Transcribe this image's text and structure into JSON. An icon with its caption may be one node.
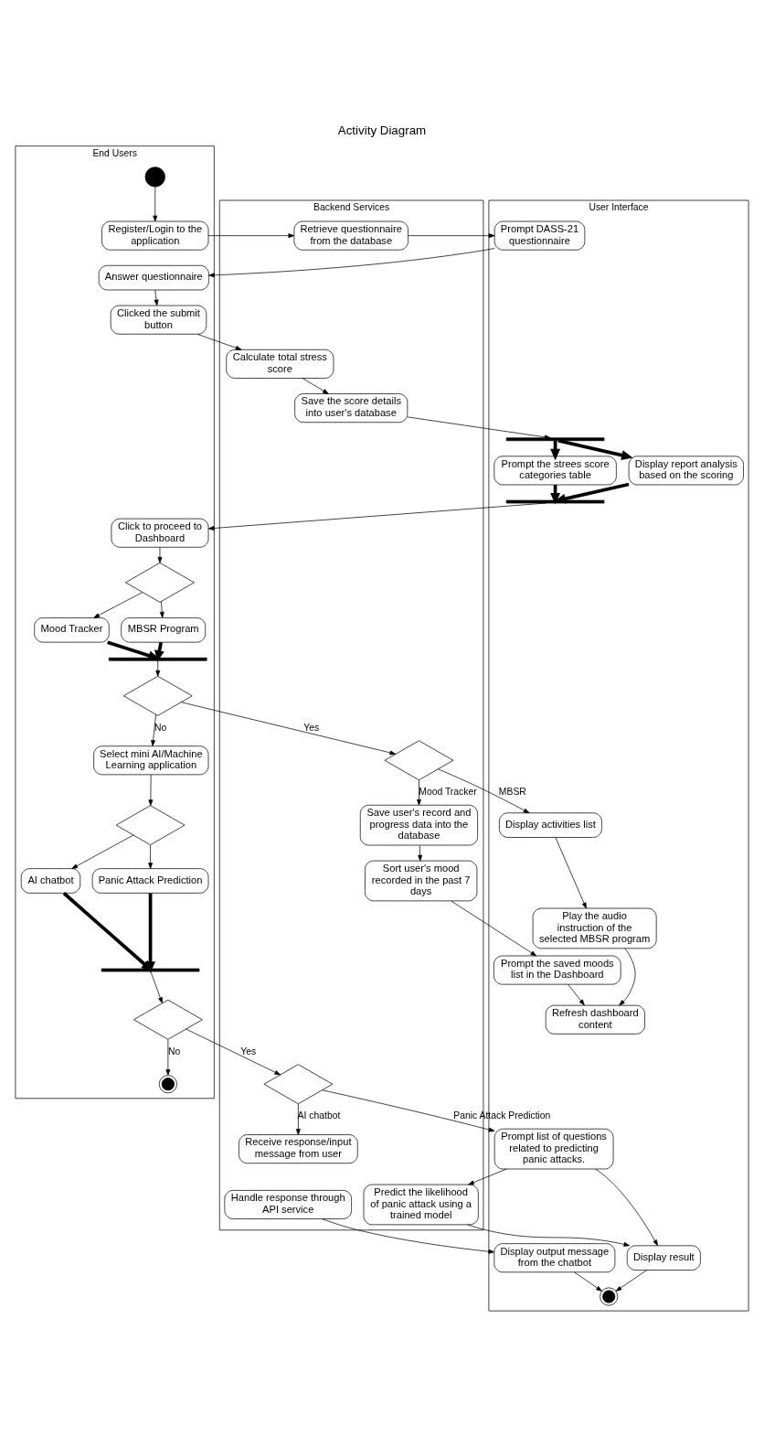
{
  "diagram": {
    "title": "Activity Diagram",
    "nodes": [
      {
        "text": [
          "End Users"
        ]
      },
      {
        "text": [
          "Backend Services"
        ]
      },
      {
        "text": [
          "User Interface"
        ]
      },
      {
        "text": [],
        "shape": "circle",
        "in": 0
      },
      {
        "text": [
          "Register/Login to the application"
        ],
        "in": 0
      },
      {
        "text": [
          "Retrieve questionnaire from the database"
        ],
        "in": 1
      },
      {
        "text": [
          "Prompt DASS-21 questionnaire"
        ],
        "in": 2
      },
      {
        "text": [],
        "shape": "bar",
        "in": 2
      },
      {
        "text": [
          "Answer questionnaire"
        ],
        "in": 0
      },
      {
        "text": [
          "Clicked the submit button"
        ],
        "in": 0
      },
      {
        "text": [
          "Calculate total stress score"
        ],
        "in": 1
      },
      {
        "text": [
          "Save the score details into user's database"
        ],
        "in": 1
      },
      {
        "text": [
          "Prompt the strees score categories table"
        ],
        "in": 2
      },
      {
        "text": [
          "Display report analysis based on the scoring"
        ],
        "in": 2
      },
      {
        "text": [],
        "shape": "bar",
        "in": 2
      },
      {
        "text": [
          "Click to proceed to Dashboard"
        ],
        "in": 0
      },
      {
        "text": [],
        "shape": "diamond",
        "in": 0
      },
      {
        "text": [
          "Mood Tracker"
        ],
        "in": 0
      },
      {
        "text": [
          "MBSR Program"
        ],
        "in": 0
      },
      {
        "text": [],
        "shape": "bar",
        "in": 0
      },
      {
        "text": [],
        "shape": "diamond",
        "in": 0
      },
      {
        "text": [],
        "shape": "diamond",
        "in": 1
      },
      {
        "text": [
          "Display activities list"
        ],
        "in": 2
      },
      {
        "text": [
          "Play the audio instruction of the selected MBSR program"
        ],
        "in": 2
      },
      {
        "text": [
          "Save user's record and progress data into the database"
        ],
        "in": 1
      },
      {
        "text": [
          "Sort user's mood recorded in the past 7 days"
        ],
        "in": 1
      },
      {
        "text": [
          "Prompt the saved moods list in the Dashboard"
        ],
        "in": 2
      },
      {
        "text": [
          "Refresh dashboard content"
        ],
        "in": 2
      },
      {
        "text": [
          "Select mini AI/Machine Learning application"
        ],
        "in": 0
      },
      {
        "text": [],
        "shape": "diamond",
        "in": 0
      },
      {
        "text": [
          "AI chatbot"
        ],
        "in": 0
      },
      {
        "text": [
          "Panic Attack Prediction"
        ],
        "in": 0
      },
      {
        "text": [],
        "shape": "bar",
        "in": 0
      },
      {
        "text": [],
        "shape": "diamond",
        "in": 0
      },
      {
        "text": [],
        "shape": "circle",
        "in": 0
      },
      {
        "text": [],
        "shape": "diamond",
        "in": 1
      },
      {
        "text": [
          "Receive response/input message from user"
        ],
        "in": 1
      },
      {
        "text": [
          "Handle response through API service"
        ],
        "in": 1
      },
      {
        "text": [
          "Predict the likelihood of panic attack using a trained model"
        ],
        "in": 1
      },
      {
        "text": [
          "Prompt list of questions related to predicting panic attacks."
        ],
        "in": 2
      },
      {
        "text": [
          "Display result"
        ],
        "in": 2
      },
      {
        "text": [],
        "shape": "circle",
        "in": 2
      },
      {
        "text": [
          "Display output message from the chatbot"
        ],
        "in": 2
      }
    ],
    "edges": [
      {
        "from": 3,
        "to": 4,
        "arrow": "to"
      },
      {
        "from": 4,
        "to": 5,
        "arrow": "to"
      },
      {
        "from": 5,
        "to": 6,
        "arrow": "to"
      },
      {
        "from": 6,
        "to": 8,
        "arrow": "to"
      },
      {
        "from": 8,
        "to": 9,
        "arrow": "to"
      },
      {
        "from": 9,
        "to": 10,
        "arrow": "to"
      },
      {
        "from": 10,
        "to": 11,
        "arrow": "to"
      },
      {
        "from": 11,
        "to": 7,
        "arrow": "to"
      },
      {
        "from": 7,
        "to": 12,
        "arrow": "to",
        "style": "thick"
      },
      {
        "from": 7,
        "to": 13,
        "arrow": "to",
        "style": "thick"
      },
      {
        "from": 12,
        "to": 14,
        "arrow": "to",
        "style": "thick"
      },
      {
        "from": 13,
        "to": 14,
        "arrow": "to",
        "style": "thick"
      },
      {
        "from": 14,
        "to": 15,
        "arrow": "to"
      },
      {
        "from": 15,
        "to": 16,
        "arrow": "to"
      },
      {
        "from": 16,
        "to": 17,
        "arrow": "to"
      },
      {
        "from": 16,
        "to": 18,
        "arrow": "to"
      },
      {
        "from": 17,
        "to": 19,
        "arrow": "to",
        "style": "thick"
      },
      {
        "from": 18,
        "to": 19,
        "arrow": "to",
        "style": "thick"
      },
      {
        "from": 19,
        "to": 20,
        "arrow": "to"
      },
      {
        "from": 20,
        "to": 21,
        "arrow": "to",
        "label": "Yes"
      },
      {
        "from": 20,
        "to": 28,
        "arrow": "to",
        "label": "No"
      },
      {
        "from": 21,
        "to": 22,
        "arrow": "to",
        "label": "MBSR"
      },
      {
        "from": 21,
        "to": 24,
        "arrow": "to",
        "label": "Mood Tracker"
      },
      {
        "from": 22,
        "to": 23,
        "arrow": "to"
      },
      {
        "from": 23,
        "to": 27,
        "arrow": "to"
      },
      {
        "from": 24,
        "to": 25,
        "arrow": "to"
      },
      {
        "from": 25,
        "to": 26,
        "arrow": "to"
      },
      {
        "from": 26,
        "to": 27,
        "arrow": "to"
      },
      {
        "from": 28,
        "to": 29,
        "arrow": "to"
      },
      {
        "from": 29,
        "to": 30,
        "arrow": "to"
      },
      {
        "from": 29,
        "to": 31,
        "arrow": "to"
      },
      {
        "from": 30,
        "to": 32,
        "arrow": "to",
        "style": "thick"
      },
      {
        "from": 31,
        "to": 32,
        "arrow": "to",
        "style": "thick"
      },
      {
        "from": 32,
        "to": 33,
        "arrow": "to"
      },
      {
        "from": 33,
        "to": 35,
        "arrow": "to",
        "label": "Yes"
      },
      {
        "from": 33,
        "to": 34,
        "arrow": "to",
        "label": "No"
      },
      {
        "from": 35,
        "to": 39,
        "arrow": "to",
        "label": "Panic Attack Prediction"
      },
      {
        "from": 35,
        "to": 36,
        "arrow": "to",
        "label": "AI chatbot"
      },
      {
        "from": 39,
        "to": 38,
        "arrow": "to"
      },
      {
        "from": 38,
        "to": 40,
        "arrow": "to"
      },
      {
        "from": 37,
        "to": 42,
        "arrow": "to"
      },
      {
        "from": 39,
        "to": 40,
        "arrow": "to"
      },
      {
        "from": 40,
        "to": 41,
        "arrow": "to"
      },
      {
        "from": 42,
        "to": 41,
        "arrow": "to"
      }
    ]
  }
}
